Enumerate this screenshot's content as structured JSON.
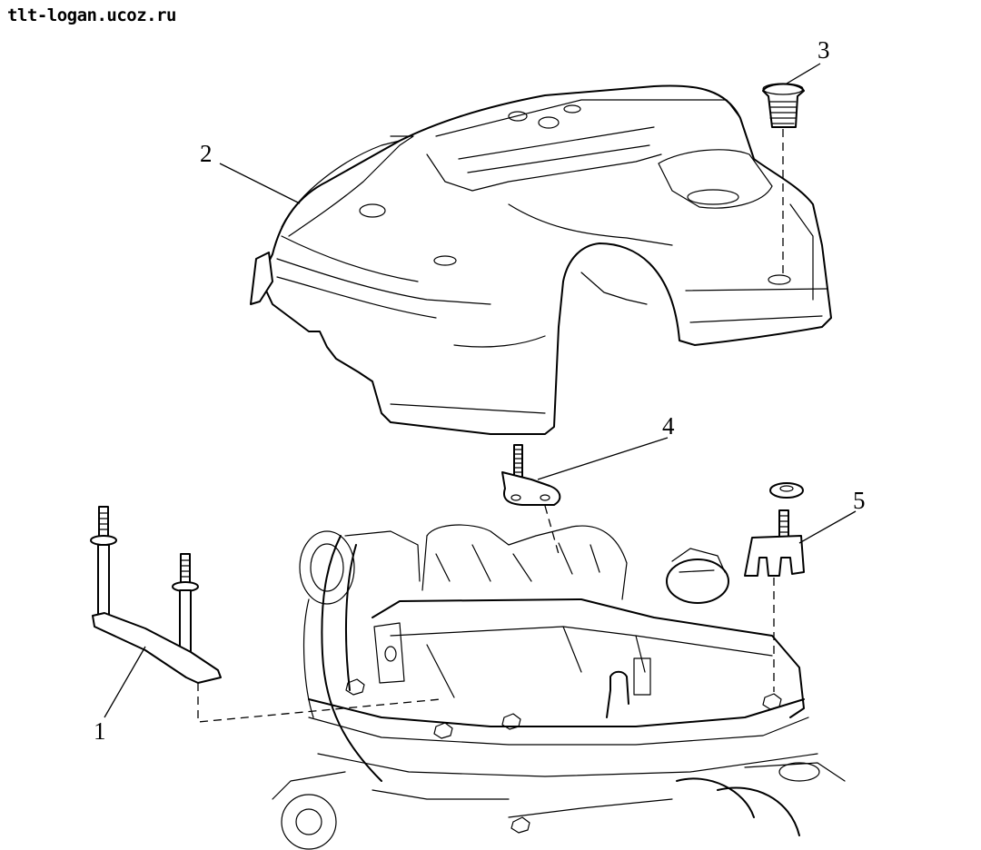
{
  "watermark": "tlt-logan.ucoz.ru",
  "callouts": {
    "c1": "1",
    "c2": "2",
    "c3": "3",
    "c4": "4",
    "c5": "5"
  },
  "colors": {
    "ink": "#000000",
    "paper": "#ffffff"
  },
  "icons": [
    "engine-cover",
    "rubber-bushing",
    "stud-bracket",
    "front-bracket",
    "engine-assembly"
  ]
}
